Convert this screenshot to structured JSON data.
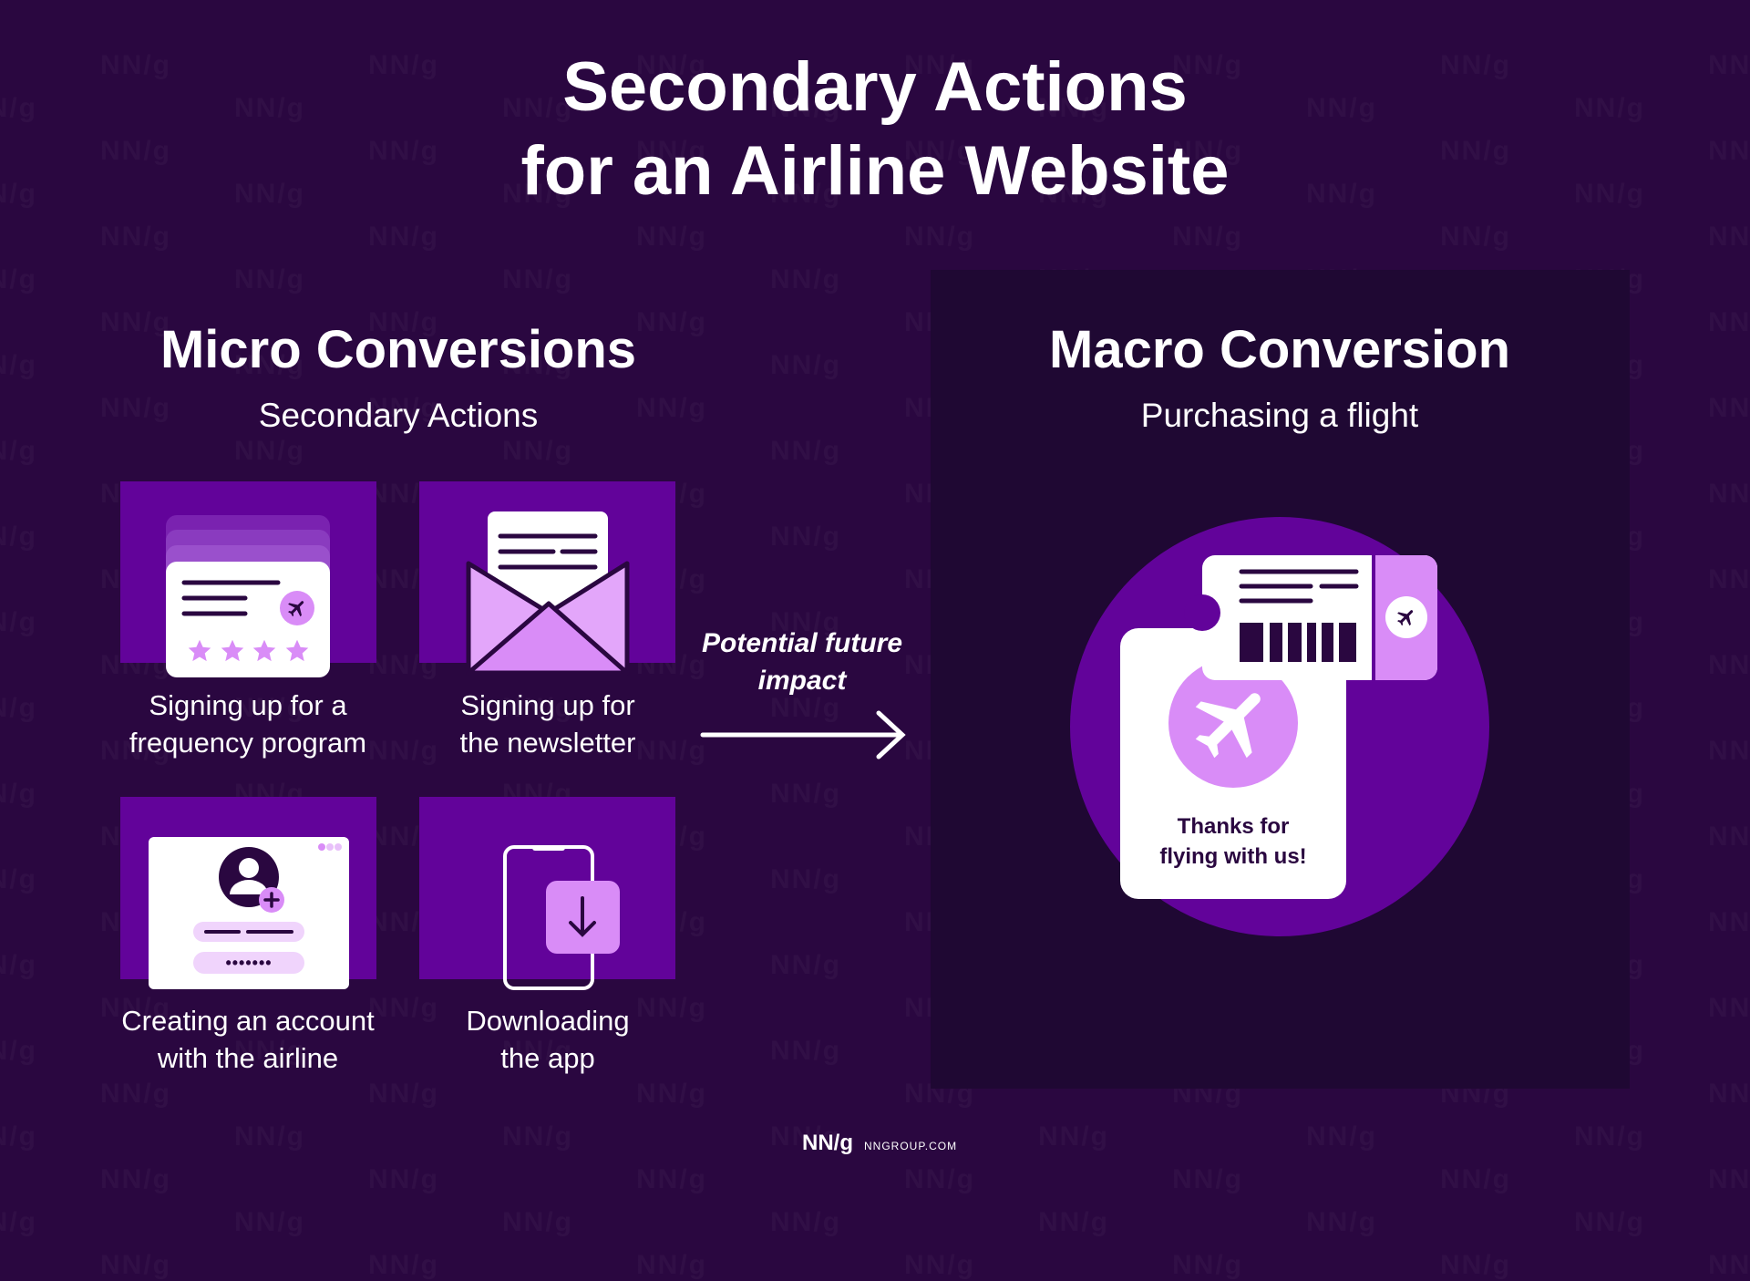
{
  "title": {
    "line1": "Secondary Actions",
    "line2": "for an Airline Website"
  },
  "micro": {
    "heading": "Micro Conversions",
    "subheading": "Secondary Actions",
    "items": [
      {
        "icon": "loyalty-card-icon",
        "line1": "Signing up for a",
        "line2": "frequency program"
      },
      {
        "icon": "envelope-icon",
        "line1": "Signing up for",
        "line2": "the newsletter"
      },
      {
        "icon": "create-account-icon",
        "line1": "Creating an account",
        "line2": "with the airline"
      },
      {
        "icon": "download-app-icon",
        "line1": "Downloading",
        "line2": "the app"
      }
    ],
    "password_mask": "•••••••"
  },
  "arrow": {
    "line1": "Potential future",
    "line2": "impact"
  },
  "macro": {
    "heading": "Macro Conversion",
    "subheading": "Purchasing a flight",
    "receipt": {
      "line1": "Thanks for",
      "line2": "flying with us!"
    }
  },
  "footer": {
    "logo": "NN/g",
    "url": "NNGROUP.COM"
  },
  "watermark": "NN/g",
  "colors": {
    "background": "#2a0740",
    "panel": "#1f0833",
    "tile": "#62039a",
    "accent": "#d98cf7",
    "dark": "#2a0740"
  }
}
